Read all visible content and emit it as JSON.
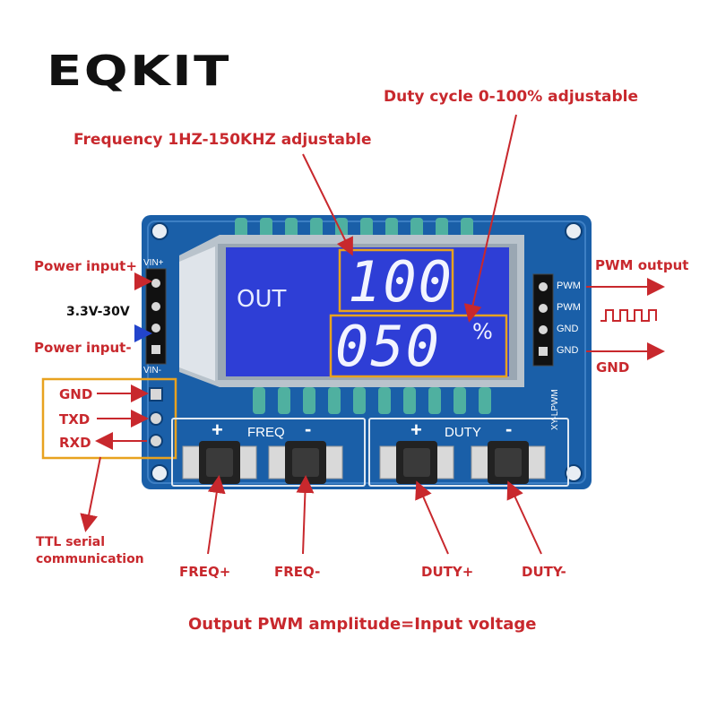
{
  "brand": {
    "logo": "EQKIT"
  },
  "callouts": {
    "duty_cycle": "Duty cycle 0-100%  adjustable",
    "frequency": "Frequency 1HZ-150KHZ adjustable",
    "pwm_amplitude": "Output PWM amplitude=Input voltage"
  },
  "left_labels": {
    "power_plus": "Power input+",
    "voltage_range": "3.3V-30V",
    "power_minus": "Power input-",
    "gnd": "GND",
    "txd": "TXD",
    "rxd": "RXD",
    "ttl": "TTL serial\ncommunication"
  },
  "right_labels": {
    "pwm_output": "PWM output",
    "gnd": "GND"
  },
  "bottom_labels": [
    "FREQ+",
    "FREQ-",
    "DUTY+",
    "DUTY-"
  ],
  "board": {
    "vin_plus": "VIN+",
    "vin_minus": "VIN-",
    "right_pins": [
      "PWM",
      "PWM",
      "GND",
      "GND"
    ],
    "freq_group": "FREQ",
    "duty_group": "DUTY",
    "plus_sign": "+",
    "minus_sign": "-",
    "model": "XY-LPWM"
  },
  "lcd": {
    "out_label": "OUT",
    "frequency_value": "100",
    "duty_value": "050",
    "percent_sign": "%"
  },
  "colors": {
    "pcb": "#1a5fa8",
    "lcd": "#2e3ed6",
    "callout_red": "#c8282d",
    "highlight_orange": "#e8a21f",
    "arrow_blue": "#2244cc"
  }
}
